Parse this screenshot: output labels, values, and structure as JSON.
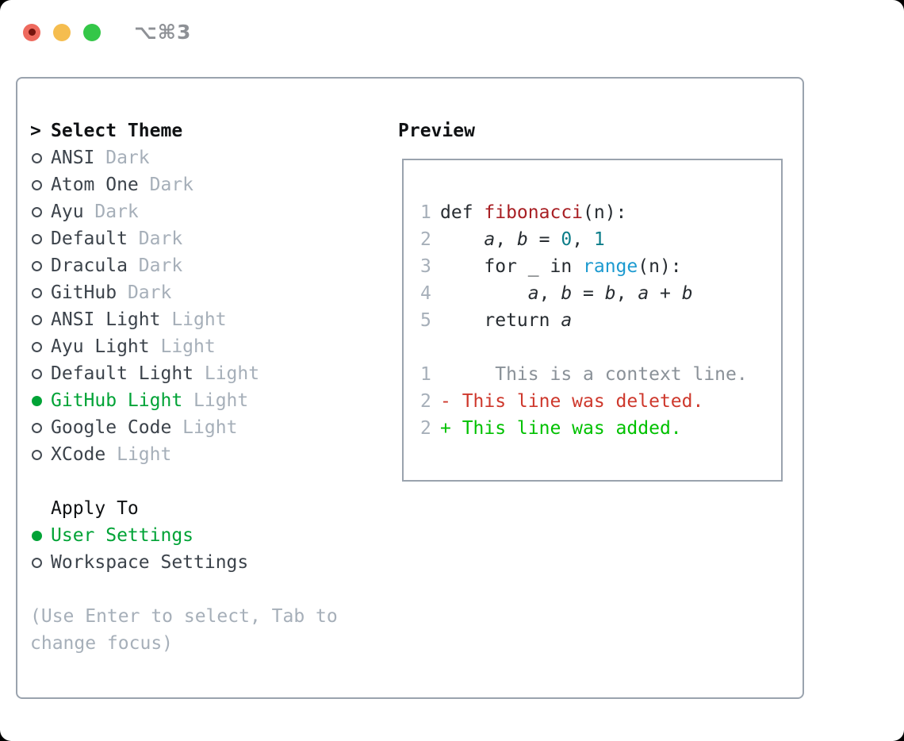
{
  "window": {
    "shortcut": "⌥⌘3"
  },
  "colors": {
    "selected_green": "#00a336",
    "muted_gray": "#a6afb9",
    "panel_border": "#9aa3ae",
    "function_red": "#a81f24",
    "number_teal": "#0c7d89",
    "call_blue": "#1c9ad0",
    "diff_deleted_red": "#ce382c",
    "diff_added_green": "#00c100",
    "traffic_red": "#ee6a5e",
    "traffic_yellow": "#f5bd4f",
    "traffic_green": "#34c748"
  },
  "theme_picker": {
    "title_marker": ">",
    "title": "Select Theme",
    "themes": [
      {
        "name": "ANSI",
        "variant": "Dark",
        "selected": false
      },
      {
        "name": "Atom One",
        "variant": "Dark",
        "selected": false
      },
      {
        "name": "Ayu",
        "variant": "Dark",
        "selected": false
      },
      {
        "name": "Default",
        "variant": "Dark",
        "selected": false
      },
      {
        "name": "Dracula",
        "variant": "Dark",
        "selected": false
      },
      {
        "name": "GitHub",
        "variant": "Dark",
        "selected": false
      },
      {
        "name": "ANSI Light",
        "variant": "Light",
        "selected": false
      },
      {
        "name": "Ayu Light",
        "variant": "Light",
        "selected": false
      },
      {
        "name": "Default Light",
        "variant": "Light",
        "selected": false
      },
      {
        "name": "GitHub Light",
        "variant": "Light",
        "selected": true
      },
      {
        "name": "Google Code",
        "variant": "Light",
        "selected": false
      },
      {
        "name": "XCode",
        "variant": "Light",
        "selected": false
      }
    ],
    "apply_to": {
      "title": "Apply To",
      "options": [
        {
          "label": "User Settings",
          "selected": true
        },
        {
          "label": "Workspace Settings",
          "selected": false
        }
      ]
    },
    "hint_lines": [
      "(Use Enter to select, Tab to",
      "change focus)"
    ]
  },
  "preview": {
    "title": "Preview",
    "lines": [
      {
        "num": "1",
        "tokens": [
          [
            "plain",
            "def "
          ],
          [
            "func",
            "fibonacci"
          ],
          [
            "plain",
            "(n):"
          ]
        ]
      },
      {
        "num": "2",
        "tokens": [
          [
            "plain",
            "    "
          ],
          [
            "var",
            "a"
          ],
          [
            "plain",
            ", "
          ],
          [
            "var",
            "b"
          ],
          [
            "plain",
            " = "
          ],
          [
            "num",
            "0"
          ],
          [
            "plain",
            ", "
          ],
          [
            "num",
            "1"
          ]
        ]
      },
      {
        "num": "3",
        "tokens": [
          [
            "plain",
            "    for _ in "
          ],
          [
            "call",
            "range"
          ],
          [
            "plain",
            "(n):"
          ]
        ]
      },
      {
        "num": "4",
        "tokens": [
          [
            "plain",
            "        "
          ],
          [
            "var",
            "a"
          ],
          [
            "plain",
            ", "
          ],
          [
            "var",
            "b"
          ],
          [
            "plain",
            " = "
          ],
          [
            "var",
            "b"
          ],
          [
            "plain",
            ", "
          ],
          [
            "var",
            "a"
          ],
          [
            "plain",
            " + "
          ],
          [
            "var",
            "b"
          ]
        ]
      },
      {
        "num": "5",
        "tokens": [
          [
            "plain",
            "    return "
          ],
          [
            "var",
            "a"
          ]
        ]
      },
      {
        "num": "",
        "tokens": []
      },
      {
        "num": "1",
        "tokens": [
          [
            "ctx",
            "     This is a context line."
          ]
        ]
      },
      {
        "num": "2",
        "tokens": [
          [
            "del",
            "- This line was deleted."
          ]
        ]
      },
      {
        "num": "2",
        "tokens": [
          [
            "add",
            "+ This line was added."
          ]
        ]
      }
    ]
  }
}
